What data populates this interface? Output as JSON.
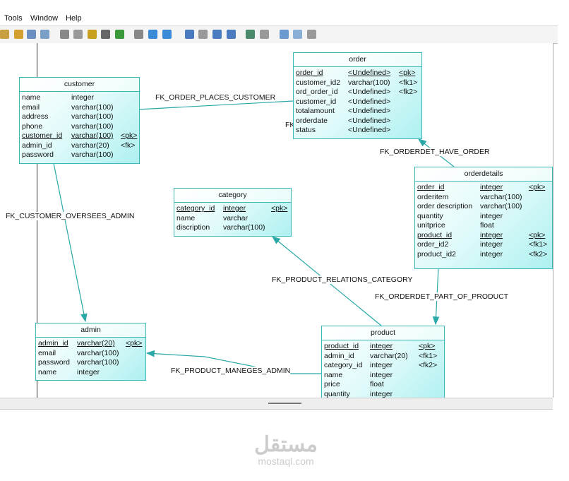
{
  "menu": [
    "Tools",
    "Window",
    "Help"
  ],
  "tables": [
    {
      "id": "customer",
      "title": "customer",
      "cols": [
        70,
        140
      ],
      "rows": [
        [
          "name",
          "integer",
          ""
        ],
        [
          "email",
          "varchar(100)",
          ""
        ],
        [
          "address",
          "varchar(100)",
          ""
        ],
        [
          "phone",
          "varchar(100)",
          ""
        ],
        [
          "customer_id",
          "varchar(100)",
          "<pk>",
          true
        ],
        [
          "admin_id",
          "varchar(20)",
          "<fk>"
        ],
        [
          "password",
          "varchar(100)",
          ""
        ]
      ]
    },
    {
      "id": "order",
      "title": "order",
      "cols": [
        74,
        146
      ],
      "rows": [
        [
          "order_id",
          "<Undefined>",
          "<pk>",
          true
        ],
        [
          "customer_id2",
          "varchar(100)",
          "<fk1>"
        ],
        [
          "ord_order_id",
          "<Undefined>",
          "<fk2>"
        ],
        [
          "customer_id",
          "<Undefined>",
          ""
        ],
        [
          "totalamount",
          "<Undefined>",
          ""
        ],
        [
          "orderdate",
          "<Undefined>",
          ""
        ],
        [
          "status",
          "<Undefined>",
          ""
        ]
      ]
    },
    {
      "id": "orderdetails",
      "title": "orderdetails",
      "cols": [
        89,
        158
      ],
      "rows": [
        [
          "order_id",
          "integer",
          "<pk>",
          true
        ],
        [
          "orderitem",
          "varchar(100)",
          ""
        ],
        [
          "order description",
          "varchar(100)",
          ""
        ],
        [
          "quantity",
          "integer",
          ""
        ],
        [
          "unitprice",
          "float",
          ""
        ],
        [
          "product_id",
          "integer",
          "<pk>",
          true
        ],
        [
          "order_id2",
          "integer",
          "<fk1>"
        ],
        [
          "product_id2",
          "integer",
          "<fk2>"
        ]
      ]
    },
    {
      "id": "category",
      "title": "category",
      "cols": [
        66,
        134
      ],
      "rows": [
        [
          "category_id",
          "integer",
          "<pk>",
          true
        ],
        [
          "name",
          "varchar",
          ""
        ],
        [
          "discription",
          "varchar(100)",
          ""
        ]
      ]
    },
    {
      "id": "admin",
      "title": "admin",
      "cols": [
        55,
        124
      ],
      "rows": [
        [
          "admin_id",
          "varchar(20)",
          "<pk>",
          true
        ],
        [
          "email",
          "varchar(100)",
          ""
        ],
        [
          "password",
          "varchar(100)",
          ""
        ],
        [
          "name",
          "integer",
          ""
        ]
      ]
    },
    {
      "id": "product",
      "title": "product",
      "cols": [
        65,
        134
      ],
      "rows": [
        [
          "product_id",
          "integer",
          "<pk>",
          true
        ],
        [
          "admin_id",
          "varchar(20)",
          "<fk1>"
        ],
        [
          "category_id",
          "integer",
          "<fk2>"
        ],
        [
          "name",
          "integer",
          ""
        ],
        [
          "price",
          "float",
          ""
        ],
        [
          "quantity",
          "integer",
          ""
        ]
      ]
    }
  ],
  "relations": {
    "r1": "FK_ORDER_PLACES_CUSTOMER",
    "r1b": "FK",
    "r2": "FK_ORDERDET_HAVE_ORDER",
    "r3": "FK_CUSTOMER_OVERSEES_ADMIN",
    "r4": "FK_PRODUCT_RELATIONS_CATEGORY",
    "r5": "FK_ORDERDET_PART_OF_PRODUCT",
    "r6": "FK_PRODUCT_MANEGES_ADMIN"
  },
  "watermark": {
    "arabic": "مستقل",
    "latin": "mostaql.com"
  },
  "colors": {
    "line": "#2aa8a8",
    "border": "#3cb8b8"
  }
}
